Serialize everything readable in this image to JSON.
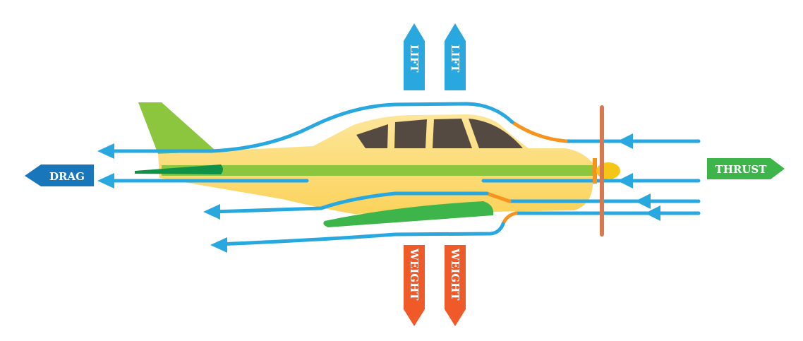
{
  "title": "Four forces of flight",
  "labels": {
    "lift_1": "LIFT",
    "lift_2": "LIFT",
    "weight_1": "WEIGHT",
    "weight_2": "WEIGHT",
    "drag": "DRAG",
    "thrust": "THRUST"
  },
  "colors": {
    "airflow": "#29a8e0",
    "airflow_compressed": "#f7941d",
    "lift": "#29a8e0",
    "weight": "#f05a28",
    "drag": "#1976bb",
    "thrust": "#3db54a",
    "fuselage": "#fbd96a",
    "stripe": "#8cc63f",
    "window": "#554a42",
    "propeller": "#d9784f"
  }
}
